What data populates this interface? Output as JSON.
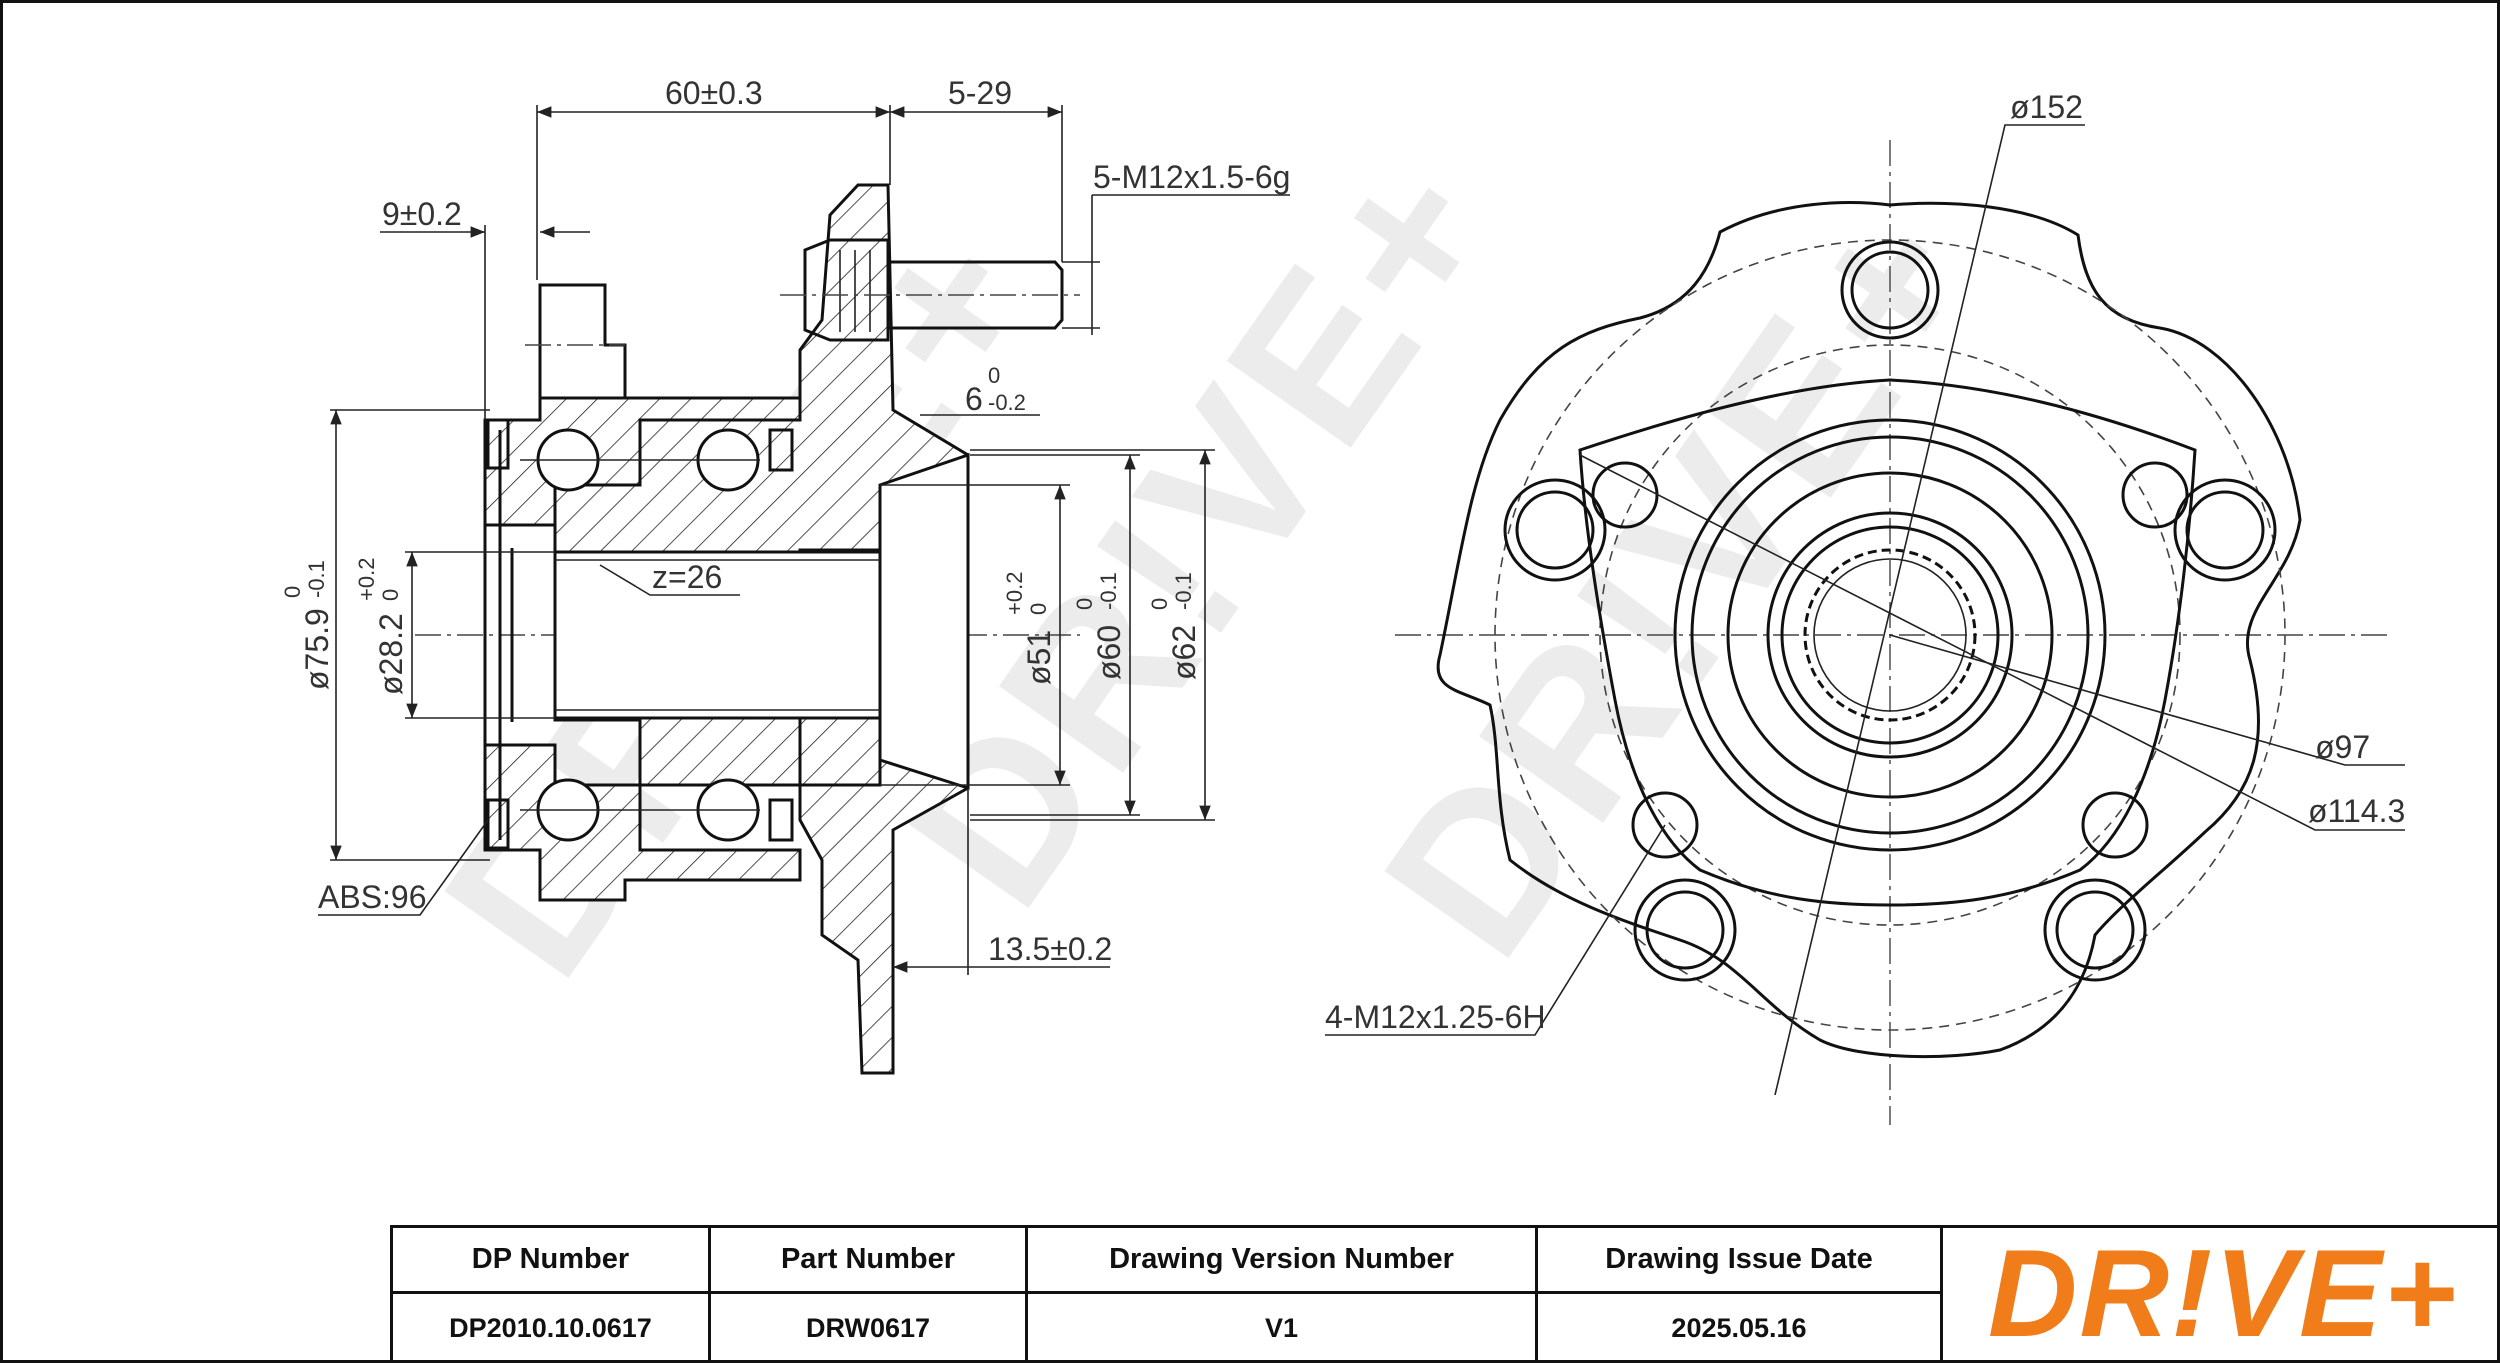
{
  "brand": {
    "name": "DR!VE+",
    "accent_color": "#F07D1A"
  },
  "watermark_text": "DR!VE+",
  "side_view": {
    "dim_overall_length": "60±0.3",
    "dim_stud_length": "5-29",
    "dim_stud_thread": "5-M12x1.5-6g",
    "dim_offset": "9±0.2",
    "dim_flange_tol_label": "6",
    "dim_flange_tol_upper": "0",
    "dim_flange_tol_lower": "-0.2",
    "dim_spline_teeth": "z=26",
    "dim_outer_diameter": "ø75.9",
    "dim_outer_diameter_tol_upper": "0",
    "dim_outer_diameter_tol_lower": "-0.1",
    "dim_bore_diameter": "ø28.2",
    "dim_bore_diameter_tol_upper": "+0.2",
    "dim_bore_diameter_tol_lower": "0",
    "dim_pilot_51": "ø51",
    "dim_pilot_51_tol_upper": "+0.2",
    "dim_pilot_51_tol_lower": "0",
    "dim_pilot_60": "ø60",
    "dim_pilot_60_tol_upper": "0",
    "dim_pilot_60_tol_lower": "-0.1",
    "dim_pilot_62": "ø62",
    "dim_pilot_62_tol_upper": "0",
    "dim_pilot_62_tol_lower": "-0.1",
    "dim_abs": "ABS:96",
    "dim_flange_thickness": "13.5±0.2"
  },
  "front_view": {
    "dim_flange_diameter": "ø152",
    "dim_pcd_97": "ø97",
    "dim_pcd_114": "ø114.3",
    "dim_mount_thread": "4-M12x1.25-6H"
  },
  "title_block": {
    "columns": [
      {
        "header": "DP Number",
        "value": "DP2010.10.0617"
      },
      {
        "header": "Part Number",
        "value": "DRW0617"
      },
      {
        "header": "Drawing Version Number",
        "value": "V1"
      },
      {
        "header": "Drawing Issue Date",
        "value": "2025.05.16"
      }
    ]
  }
}
